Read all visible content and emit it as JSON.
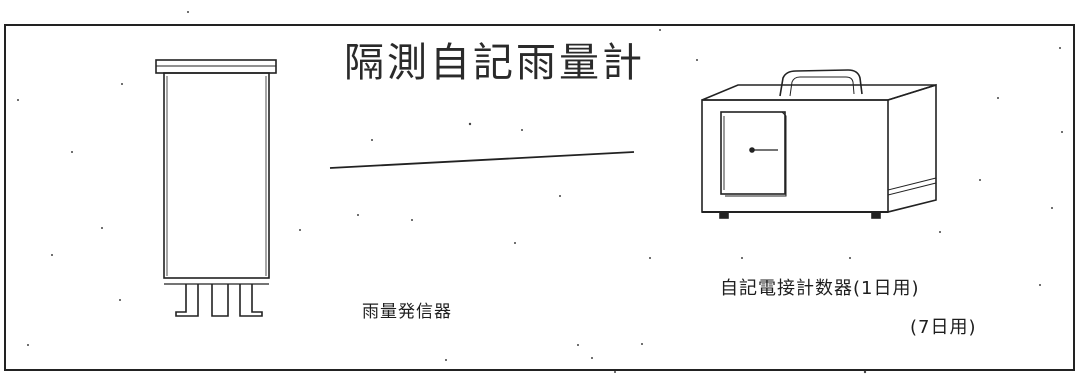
{
  "document": {
    "title": "隔測自記雨量計",
    "transmitter_label": "雨量発信器",
    "recorder_label": "自記電接計数器(1日用)",
    "recorder_alt_label": "(7日用)"
  },
  "illustrations": [
    {
      "name": "rain-gauge-transmitter-drawing"
    },
    {
      "name": "recorder-box-drawing"
    }
  ]
}
